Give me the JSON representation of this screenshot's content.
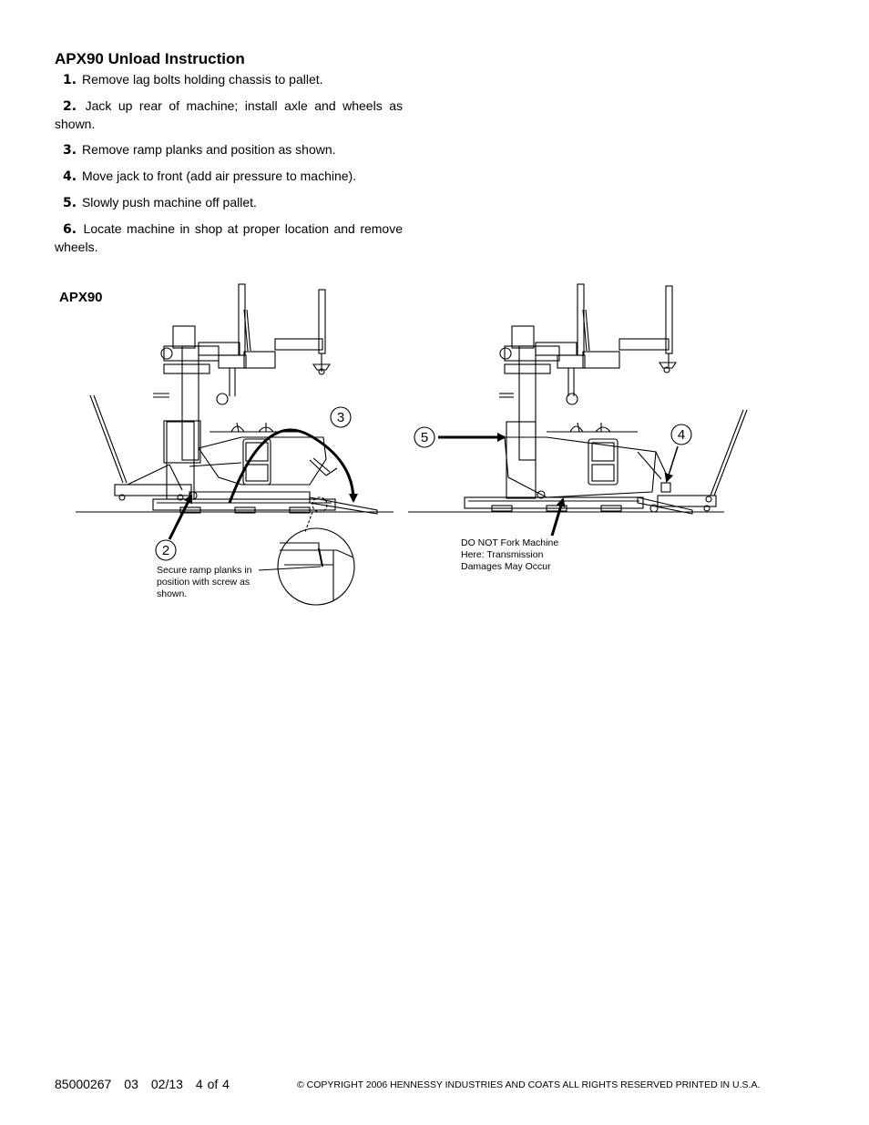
{
  "title": "APX90 Unload Instruction",
  "steps": [
    {
      "num": "1.",
      "text": "Remove lag bolts holding chassis to pallet."
    },
    {
      "num": "2.",
      "text": "Jack up rear of machine; install axle and wheels as shown."
    },
    {
      "num": "3.",
      "text": "Remove ramp planks and position as shown."
    },
    {
      "num": "4.",
      "text": "Move jack to front (add air pressure to machine)."
    },
    {
      "num": "5.",
      "text": "Slowly push machine off pallet."
    },
    {
      "num": "6.",
      "text": "Locate machine in shop at proper location and remove wheels."
    }
  ],
  "figure": {
    "label": "APX90",
    "callouts": [
      "2",
      "3",
      "5",
      "4"
    ],
    "note_ramp": "Secure ramp planks in position with screw as shown.",
    "note_fork": "DO NOT Fork Machine Here: Transmission Damages May Occur"
  },
  "footer": {
    "part_number": "85000267",
    "revision": "03",
    "date": "02/13",
    "page": "4 of 4",
    "copyright": "© COPYRIGHT 2006 HENNESSY INDUSTRIES AND COATS   ALL RIGHTS RESERVED   PRINTED IN U.S.A."
  }
}
